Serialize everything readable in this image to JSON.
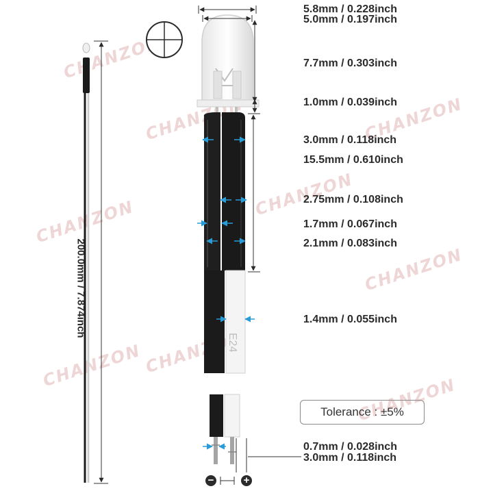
{
  "watermark": "CHANZON",
  "total_length": "200.0mm / 7.874inch",
  "tolerance": "Tolerance : ±5%",
  "dimensions": [
    "5.8mm / 0.228inch",
    "5.0mm / 0.197inch",
    "7.7mm / 0.303inch",
    "1.0mm / 0.039inch",
    "3.0mm / 0.118inch",
    "15.5mm / 0.610inch",
    "2.75mm / 0.108inch",
    "1.7mm / 0.067inch",
    "2.1mm / 0.083inch",
    "1.4mm / 0.055inch",
    "0.7mm / 0.028inch",
    "3.0mm / 0.118inch"
  ],
  "cable_print": "E24",
  "polarity": {
    "negative": "−",
    "positive": "+"
  },
  "colors": {
    "dimension_arrow": "#2b9bd6",
    "wire_black": "#1b1b1b",
    "wire_white": "#f4f4f4"
  }
}
